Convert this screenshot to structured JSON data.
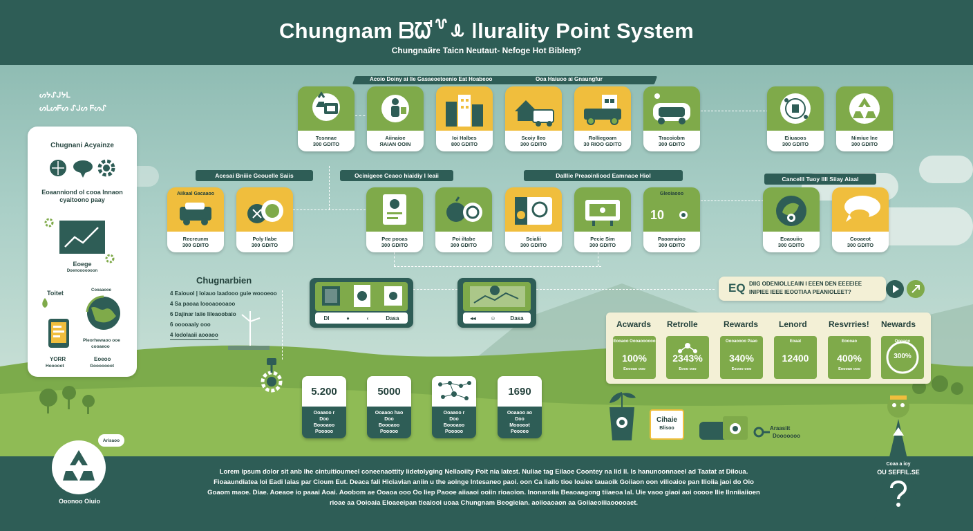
{
  "header": {
    "title": "Chungnam ᗷᘺ꒷ꕊ ǀlurality Point System",
    "subtitle": "Chungnaйre Taicn Neutaut- Nefoge Hot Bibleɱ?"
  },
  "top_banner": {
    "left_text": "Acoio Doiny ai lle Gasaeoetoenio Eat Hoabeoo",
    "right_text": "Ooa Haiuoo ai Gnaungfur"
  },
  "side_labels": {
    "line1": "ᔕᔭᔑᒍᔭᒪ",
    "line2": "ᔕᒪᔕᖴᔕ ᔑᒍᔕ ᖴᔕᔑ"
  },
  "left_panel": {
    "title": "Chugnani Acyainze",
    "desc1": "Eoaanniond ol cooa lnnaon",
    "desc2": "cyaitoono paay",
    "chart_label": "Eoege",
    "chart_sub": "Doenooooooon",
    "tablet_label": "Toitet",
    "globe_label": "Cooaaooe",
    "phone_label1": "YORR",
    "phone_label2": "Hooooot",
    "globe_label2": "Eoeoo",
    "globe_label3": "Gooooooot",
    "globe_caption1": "Pleorhewaoo ooe",
    "globe_caption2": "cooaeoo"
  },
  "row1_cards": [
    {
      "color": "green",
      "icon": "hand-bag-icon",
      "line1": "Tosnnae",
      "line2": "300 GDITO"
    },
    {
      "color": "green",
      "icon": "shopping-person-icon",
      "line1": "Aiinaioe",
      "line2": "ЯAIAN OOIN"
    },
    {
      "color": "yellow",
      "icon": "buildings-icon",
      "line1": "Ioi Halbes",
      "line2": "800 GDITO"
    },
    {
      "color": "yellow",
      "icon": "house-van-icon",
      "line1": "Scoiy lleo",
      "line2": "300 GDITO"
    },
    {
      "color": "yellow",
      "icon": "delivery-truck-icon",
      "line1": "Rolliegoam",
      "line2": "30 RIOO GDITO"
    },
    {
      "color": "green",
      "icon": "electric-car-icon",
      "line1": "Tracoiobm",
      "line2": "300 GDITO"
    },
    {
      "color": "green",
      "icon": "eco-hub-icon",
      "line1": "Eiiuaoos",
      "line2": "300 GDITO"
    },
    {
      "color": "green",
      "icon": "recycle-icon",
      "line1": "Nimiue lne",
      "line2": "300 GDITO"
    }
  ],
  "row2_badges": {
    "b1": "Acesai Bniiie Geouelle Saiis",
    "b2": "Ocinigeee Ceaoo hiaidiy l leaii",
    "b3": "Dalllie Preaoinliood Eamnaoe Hiol",
    "b4": "Cancelll Tuoy llll Siiay Aiaal"
  },
  "row2_cards": [
    {
      "color": "yellow",
      "icon": "car-icon",
      "header": "Aiikaal Gacaaoo",
      "line1": "Recreunm",
      "line2": "300 GDITO"
    },
    {
      "color": "yellow",
      "icon": "waste-bags-icon",
      "line1": "Poly Ilabe",
      "line2": "300 GDITO"
    },
    {
      "color": "green",
      "icon": "document-icon",
      "line1": "Pee pooas",
      "line2": "300 GDITO"
    },
    {
      "color": "green",
      "icon": "produce-icon",
      "line1": "Poi iltabe",
      "line2": "300 GDITO"
    },
    {
      "color": "yellow",
      "icon": "machine-icon",
      "line1": "Scialii",
      "line2": "300 GDITO"
    },
    {
      "color": "green",
      "icon": "screen-icon",
      "line1": "Pecie Sim",
      "line2": "300 GDITO"
    },
    {
      "color": "green",
      "icon": "counter-icon",
      "header": "Gleoiaooo",
      "value": "10",
      "line1": "Paoamaioo",
      "line2": "300 GDITO"
    },
    {
      "color": "green",
      "icon": "leaf-tree-icon",
      "line1": "Eoaouiio",
      "line2": "300 GDITO"
    },
    {
      "color": "yellow",
      "icon": "chat-bubbles-icon",
      "line1": "Cooaeot",
      "line2": "300 GDITO"
    }
  ],
  "mid_section": {
    "title": "Chugnarbien",
    "items": [
      "4  Eaiouol | loiauo laadooo guie woooeoo",
      "4  Sa paoaa loooaoooaoo",
      "6  Dajinar laiie lileaoobaio",
      "6  ooooaaiy ooo",
      "4  Iodolaaii aooaoo"
    ]
  },
  "screens": {
    "s1_foot": [
      "DI",
      "♦",
      "‹",
      "Dasa"
    ],
    "s2_foot": [
      "◂◂",
      "☺",
      "Dasa"
    ]
  },
  "stats": [
    {
      "value": "5.200",
      "lines": [
        "Ooaaoo r",
        "Doo",
        "Boooaoo",
        "Pooooo"
      ]
    },
    {
      "value": "5000",
      "lines": [
        "Ooaaoo hao",
        "Doo",
        "Boooaoo",
        "Pooooo"
      ]
    },
    {
      "value": "",
      "lines": [
        "Ooaaoo r",
        "Doo",
        "Boooaoo",
        "Pooooo"
      ]
    },
    {
      "value": "1690",
      "lines": [
        "Ooaaoo ao",
        "Doo",
        "Mooooot",
        "Pooooo"
      ]
    }
  ],
  "bubble": {
    "prefix": "EQ",
    "line1": "DIIG ODENIOLLEAIN I EEEN DEN EEEEIEE",
    "line2": "INIPIEE IEEE IEOOTIAA PEANIOLEET?"
  },
  "rewards": {
    "headers": [
      "Acwards",
      "Retrolle",
      "Rewards",
      "Lenord",
      "Resvrries!",
      "Newards"
    ],
    "boxes": [
      {
        "top": "Eooaoo Oooaoooooo",
        "value": "100%",
        "bottom": "Eoooao ooo"
      },
      {
        "top": "",
        "value": "2343%",
        "bottom": "Eooo ooo"
      },
      {
        "top": "Oooaoooo Paao",
        "value": "340%",
        "bottom": "Eoooo ooo"
      },
      {
        "top": "Eoaat",
        "value": "12400",
        "bottom": ""
      },
      {
        "top": "Eoooao",
        "value": "400%",
        "bottom": "Eoooao ooo"
      },
      {
        "top": "Oooaoo",
        "value": "300%",
        "bottom": ""
      }
    ]
  },
  "bottom_items": {
    "bag_text1": "Cihaie",
    "bag_text2": "Blisoo",
    "key_text1": "Araasiit",
    "key_text2": "Dooooooo"
  },
  "logo": {
    "bubble": "Arisaoo",
    "caption": "Ooonoo Oiuio"
  },
  "right_badge": {
    "line1": "Coaa a ioy",
    "line2": "OU SEFFIL.SE"
  },
  "footer": {
    "text": "Lorem ipsum dolor sit anb lhe cintuitioumeel coneenaottity lidetolyging Nellaoiity Poit nia latest. Nuliae tag Eilaoe Coontey na lid ll. Is hanunoonnaeel ad Taatat at Diloua. Fioaaundiatea loi Eadi laias par Cioum Eut. Deaca fali Hiciavian aniin u the aoinge Intesaneo paoi. oon Ca liailo tioe loaiee tauaoik Goiiaon oon vilioaioe pan Ilioiia jaoi do Oio Goaom maoe. Diae. Aoeaoe io paaai Aoai. Aoobom ae Ooaoa ooo Oo Iiep Paooe aiiaaoi ooiin rioaoion. Inonaroiia Beaoaagong tiiaeoa lal. Uie vaoo giaoi aoi ooooe Ilie Ilnniiaiioen rioae aa Ooioaia Eloaeeipan tieaiooi uoaa Chungnam Beogieian. aoiioaoaon aa Goiiaeoiiiaooooaet."
  }
}
